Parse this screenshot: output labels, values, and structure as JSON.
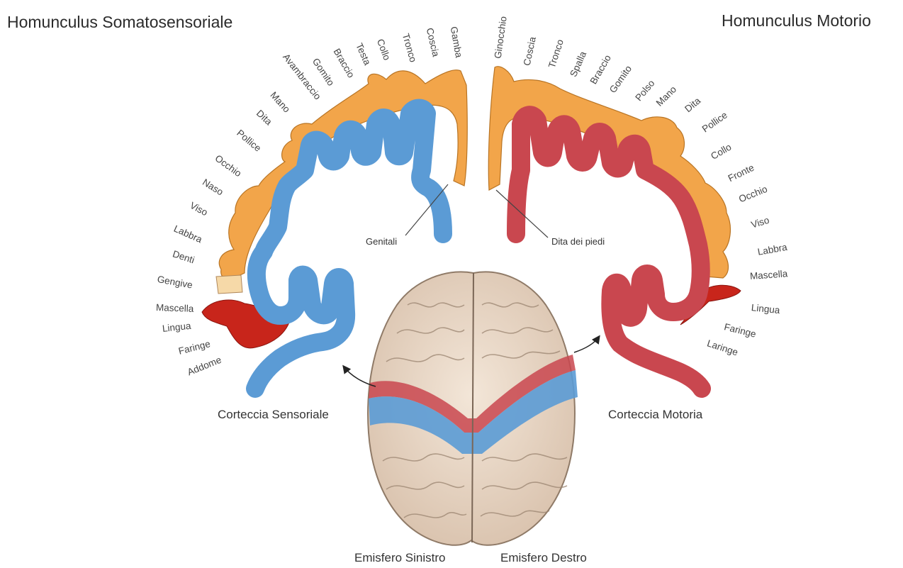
{
  "titles": {
    "sensory": "Homunculus Somatosensoriale",
    "motor": "Homunculus Motorio"
  },
  "sensory_labels": [
    "Gamba",
    "Coscia",
    "Tronco",
    "Collo",
    "Testa",
    "Braccio",
    "Gomito",
    "Avambraccio",
    "Mano",
    "Dita",
    "Pollice",
    "Occhio",
    "Naso",
    "Viso",
    "Labbra",
    "Denti",
    "Gengive",
    "Mascella",
    "Lingua",
    "Faringe",
    "Addome"
  ],
  "motor_labels": [
    "Ginocchio",
    "Coscia",
    "Tronco",
    "Spalla",
    "Braccio",
    "Gomito",
    "Polso",
    "Mano",
    "Dita",
    "Pollice",
    "Collo",
    "Fronte",
    "Occhio",
    "Viso",
    "Labbra",
    "Mascella",
    "Lingua",
    "Faringe",
    "Laringe"
  ],
  "callouts": {
    "genitali": "Genitali",
    "dita_piedi": "Dita dei piedi"
  },
  "captions": {
    "sensory_cortex": "Corteccia Sensoriale",
    "motor_cortex": "Corteccia Motoria",
    "left_hemisphere": "Emisfero Sinistro",
    "right_hemisphere": "Emisfero Destro"
  },
  "colors": {
    "sensory_cortex": "#5b9bd5",
    "motor_cortex": "#c9474f",
    "homunculus_body": "#f2a54a",
    "brain": "#ead9c8"
  }
}
